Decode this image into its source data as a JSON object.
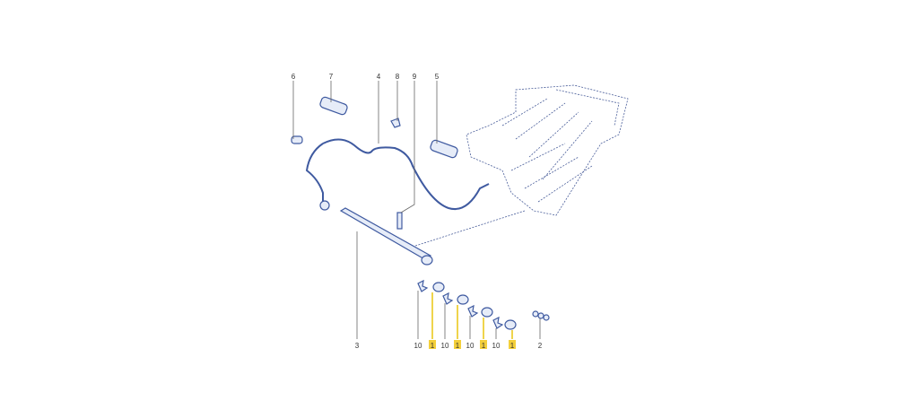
{
  "diagram": {
    "callouts_top": [
      "6",
      "7",
      "4",
      "8",
      "9",
      "5"
    ],
    "callouts_bottom": [
      "3",
      "10",
      "1",
      "10",
      "1",
      "10",
      "1",
      "10",
      "1",
      "2"
    ],
    "highlight_color": "#f3cf3a",
    "line_color": "#3f5aa0"
  }
}
